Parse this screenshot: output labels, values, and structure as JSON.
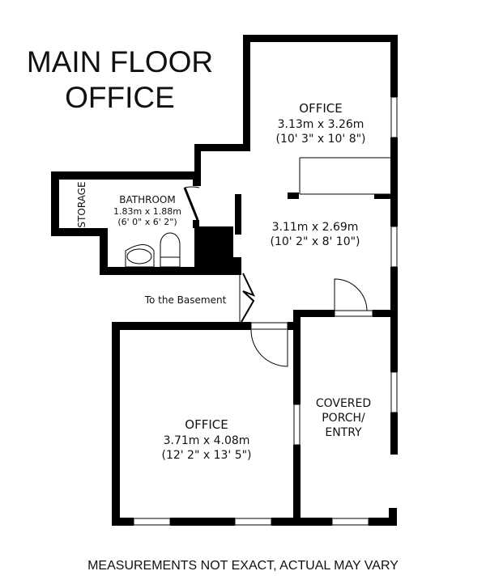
{
  "title": {
    "line1": "MAIN FLOOR",
    "line2": "OFFICE"
  },
  "rooms": {
    "office_top": {
      "name": "OFFICE",
      "metric": "3.13m x 3.26m",
      "imperial": "(10' 3\" x 10' 8\")"
    },
    "hall": {
      "metric": "3.11m x 2.69m",
      "imperial": "(10' 2\" x 8' 10\")"
    },
    "bathroom": {
      "name": "BATHROOM",
      "metric": "1.83m x 1.88m",
      "imperial": "(6' 0\" x 6' 2\")"
    },
    "storage": {
      "name": "STORAGE"
    },
    "basement": {
      "name": "To the Basement"
    },
    "office_bottom": {
      "name": "OFFICE",
      "metric": "3.71m x 4.08m",
      "imperial": "(12' 2\" x 13' 5\")"
    },
    "porch": {
      "line1": "COVERED",
      "line2": "PORCH/",
      "line3": "ENTRY"
    }
  },
  "footer": "MEASUREMENTS NOT EXACT, ACTUAL MAY VARY",
  "colors": {
    "wall": "#000000",
    "background": "#ffffff"
  }
}
